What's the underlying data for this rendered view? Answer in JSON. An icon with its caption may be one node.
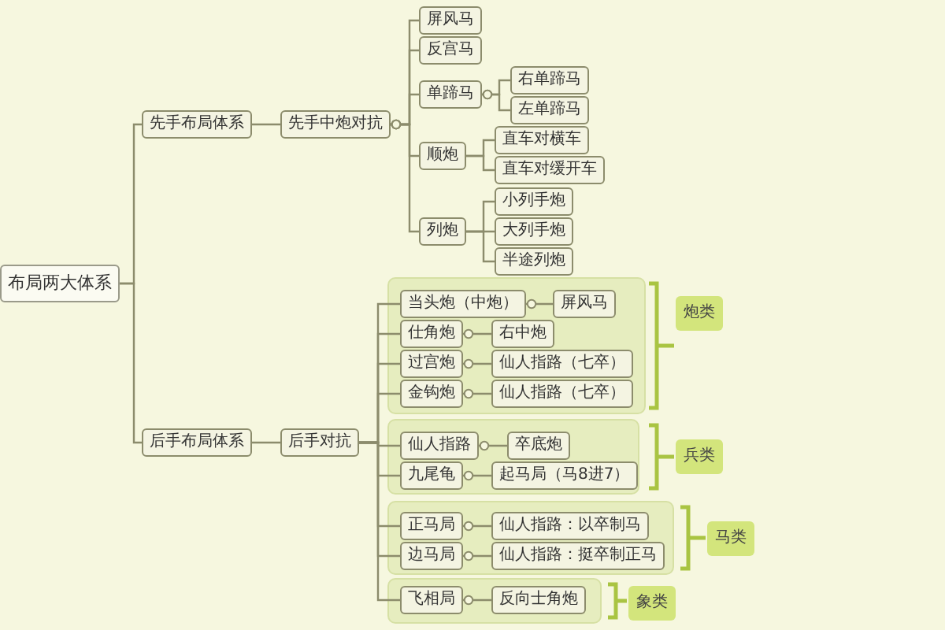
{
  "diagram": {
    "nodes": [
      {
        "text": [
          "布局两大体系"
        ]
      },
      {
        "text": [
          "先手布局体系"
        ]
      },
      {
        "text": [
          "先手中炮对抗"
        ]
      },
      {
        "text": [
          "屏风马"
        ]
      },
      {
        "text": [
          "反宫马"
        ]
      },
      {
        "text": [
          "单蹄马"
        ]
      },
      {
        "text": [
          "右单蹄马"
        ]
      },
      {
        "text": [
          "左单蹄马"
        ]
      },
      {
        "text": [
          "顺炮"
        ]
      },
      {
        "text": [
          "直车对横车"
        ]
      },
      {
        "text": [
          "直车对缓开车"
        ]
      },
      {
        "text": [
          "列炮"
        ]
      },
      {
        "text": [
          "小列手炮"
        ]
      },
      {
        "text": [
          "大列手炮"
        ]
      },
      {
        "text": [
          "半途列炮"
        ]
      },
      {
        "text": [
          "后手布局体系"
        ]
      },
      {
        "text": [
          "后手对抗"
        ]
      },
      {
        "text": [
          "炮类"
        ]
      },
      {
        "text": [
          "当头炮（中炮）"
        ],
        "in": 17
      },
      {
        "text": [
          "屏风马"
        ],
        "in": 17
      },
      {
        "text": [
          "仕角炮"
        ],
        "in": 17
      },
      {
        "text": [
          "右中炮"
        ],
        "in": 17
      },
      {
        "text": [
          "过宫炮"
        ],
        "in": 17
      },
      {
        "text": [
          "仙人指路（七卒）"
        ],
        "in": 17
      },
      {
        "text": [
          "金钩炮"
        ],
        "in": 17
      },
      {
        "text": [
          "仙人指路（七卒）"
        ],
        "in": 17
      },
      {
        "text": [
          "兵类"
        ]
      },
      {
        "text": [
          "仙人指路"
        ],
        "in": 26
      },
      {
        "text": [
          "卒底炮"
        ],
        "in": 26
      },
      {
        "text": [
          "九尾龟"
        ],
        "in": 26
      },
      {
        "text": [
          "起马局（马8进7）"
        ],
        "in": 26
      },
      {
        "text": [
          "马类"
        ]
      },
      {
        "text": [
          "正马局"
        ],
        "in": 31
      },
      {
        "text": [
          "仙人指路：以卒制马"
        ],
        "in": 31
      },
      {
        "text": [
          "边马局"
        ],
        "in": 31
      },
      {
        "text": [
          "仙人指路：挺卒制正马"
        ],
        "in": 31
      },
      {
        "text": [
          "象类"
        ]
      },
      {
        "text": [
          "飞相局"
        ],
        "in": 36
      },
      {
        "text": [
          "反向士角炮"
        ],
        "in": 36
      }
    ],
    "edges": [
      {
        "from": 0,
        "to": 1,
        "arrow": "none"
      },
      {
        "from": 0,
        "to": 15,
        "arrow": "none"
      },
      {
        "from": 1,
        "to": 2,
        "arrow": "none"
      },
      {
        "from": 2,
        "to": 3,
        "arrow": "other"
      },
      {
        "from": 2,
        "to": 4,
        "arrow": "other"
      },
      {
        "from": 2,
        "to": 5,
        "arrow": "other"
      },
      {
        "from": 2,
        "to": 8,
        "arrow": "other"
      },
      {
        "from": 2,
        "to": 11,
        "arrow": "other"
      },
      {
        "from": 5,
        "to": 6,
        "arrow": "other"
      },
      {
        "from": 5,
        "to": 7,
        "arrow": "other"
      },
      {
        "from": 8,
        "to": 9,
        "arrow": "none"
      },
      {
        "from": 8,
        "to": 10,
        "arrow": "none"
      },
      {
        "from": 11,
        "to": 12,
        "arrow": "none"
      },
      {
        "from": 11,
        "to": 13,
        "arrow": "none"
      },
      {
        "from": 11,
        "to": 14,
        "arrow": "none"
      },
      {
        "from": 15,
        "to": 16,
        "arrow": "none"
      },
      {
        "from": 16,
        "to": 18,
        "arrow": "none"
      },
      {
        "from": 16,
        "to": 20,
        "arrow": "none"
      },
      {
        "from": 16,
        "to": 22,
        "arrow": "none"
      },
      {
        "from": 16,
        "to": 24,
        "arrow": "none"
      },
      {
        "from": 16,
        "to": 27,
        "arrow": "none"
      },
      {
        "from": 16,
        "to": 29,
        "arrow": "none"
      },
      {
        "from": 16,
        "to": 32,
        "arrow": "none"
      },
      {
        "from": 16,
        "to": 34,
        "arrow": "none"
      },
      {
        "from": 16,
        "to": 37,
        "arrow": "none"
      },
      {
        "from": 18,
        "to": 19,
        "arrow": "other"
      },
      {
        "from": 20,
        "to": 21,
        "arrow": "other"
      },
      {
        "from": 22,
        "to": 23,
        "arrow": "other"
      },
      {
        "from": 24,
        "to": 25,
        "arrow": "other"
      },
      {
        "from": 27,
        "to": 28,
        "arrow": "other"
      },
      {
        "from": 29,
        "to": 30,
        "arrow": "other"
      },
      {
        "from": 32,
        "to": 33,
        "arrow": "other"
      },
      {
        "from": 34,
        "to": 35,
        "arrow": "other"
      },
      {
        "from": 37,
        "to": 38,
        "arrow": "other"
      }
    ]
  }
}
